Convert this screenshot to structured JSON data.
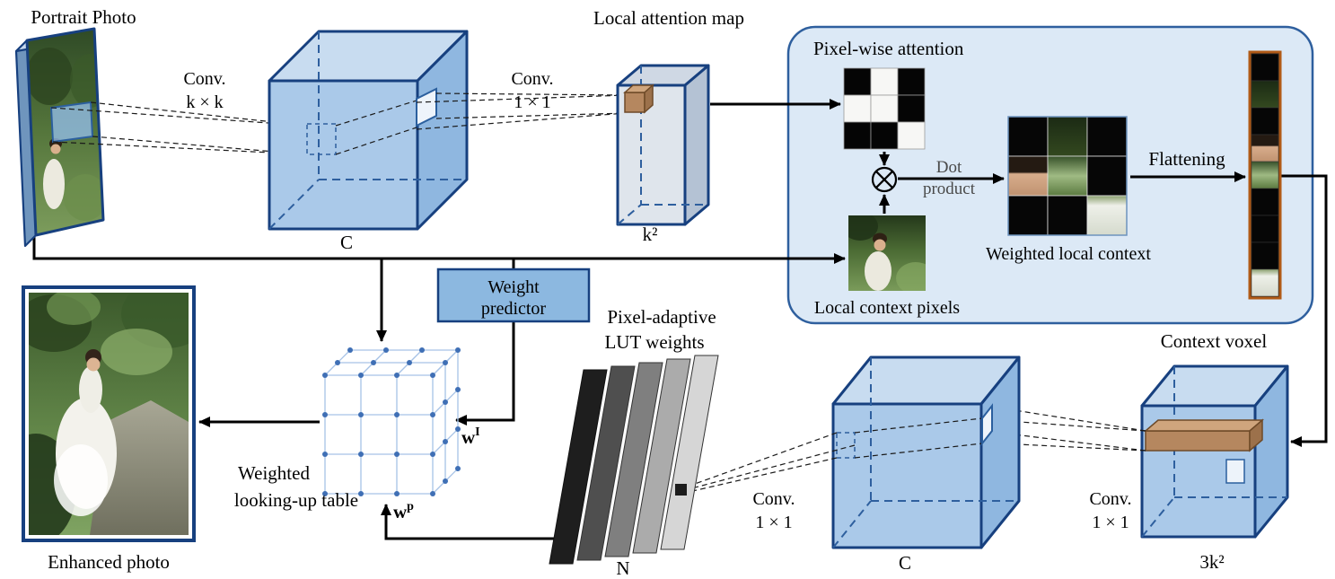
{
  "labels": {
    "portrait_title": "Portrait Photo",
    "conv_kk": {
      "line1": "Conv.",
      "line2": "k × k"
    },
    "feature_cube_c": "C",
    "conv_11_top": {
      "line1": "Conv.",
      "line2": "1 × 1"
    },
    "attention_map_title": "Local attention map",
    "attention_map_dim": "k²",
    "panel_title": "Pixel-wise attention",
    "dot_product": {
      "line1": "Dot",
      "line2": "product"
    },
    "local_context_caption": "Local context pixels",
    "weighted_context_caption": "Weighted local context",
    "flattening": "Flattening",
    "context_voxel_title": "Context voxel",
    "context_voxel_dim": "3k²",
    "conv_11_right": {
      "line1": "Conv.",
      "line2": "1 × 1"
    },
    "bottom_cube_c": "C",
    "conv_11_mid": {
      "line1": "Conv.",
      "line2": "1 × 1"
    },
    "lut_weights_title": {
      "line1": "Pixel-adaptive",
      "line2": "LUT weights"
    },
    "lut_stack_n": "N",
    "weight_predictor": {
      "line1": "Weight",
      "line2": "predictor"
    },
    "weight_image": {
      "base": "w",
      "sup": "I"
    },
    "weight_pixel": {
      "base": "w",
      "sup": "p"
    },
    "lut_table_title": {
      "line1": "Weighted",
      "line2": "looking-up table"
    },
    "enhanced_caption": "Enhanced photo"
  },
  "attention_pattern": [
    [
      0,
      1,
      0
    ],
    [
      1,
      1,
      0
    ],
    [
      0,
      0,
      1
    ]
  ],
  "weighted_tiles": [
    [
      "black",
      "dark",
      "black"
    ],
    [
      "face",
      "figure",
      "black"
    ],
    [
      "black",
      "black",
      "dress"
    ]
  ],
  "strip_tiles": [
    "black",
    "dark",
    "black",
    "face",
    "figure",
    "black",
    "black",
    "black",
    "dress"
  ],
  "colors": {
    "cube_border": "#17407f",
    "cube_front": "#aac9e9",
    "cube_top": "#c8dcf0",
    "cube_right": "#8fb7e0",
    "slab_front": "#dfe5ec",
    "slab_top": "#cfd8e4",
    "slab_right": "#b4c2d4",
    "panel_fill": "#dce9f6",
    "panel_border": "#2e5f9e",
    "strip_border": "#b05a17",
    "voxel_brown": "#b5875f",
    "voxel_brown_top": "#cfa57d",
    "voxel_brown_right": "#9c714b",
    "predictor_fill": "#8cb8e0",
    "lattice_line": "#a6c2e6",
    "lattice_node": "#3f6fb5"
  }
}
